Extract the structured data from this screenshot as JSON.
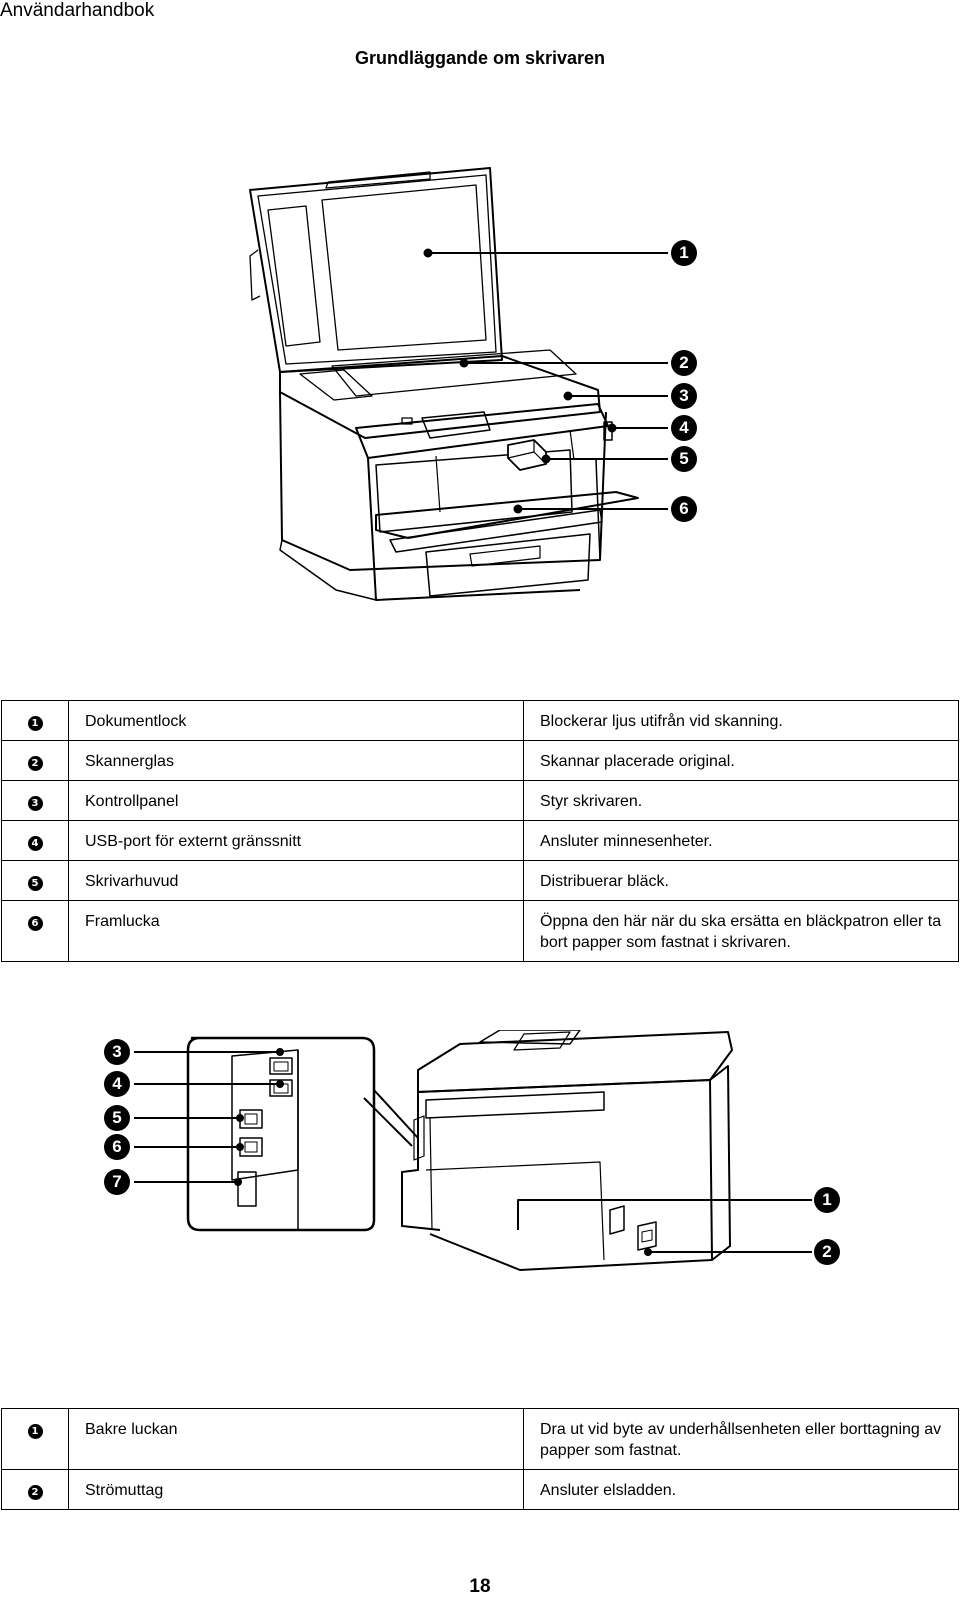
{
  "header": {
    "text": "Användarhandbok"
  },
  "section": {
    "title": "Grundläggande om skrivaren"
  },
  "front_figure": {
    "callouts": [
      "1",
      "2",
      "3",
      "4",
      "5",
      "6"
    ]
  },
  "front_table": [
    {
      "num": "1",
      "name": "Dokumentlock",
      "desc": "Blockerar ljus utifrån vid skanning."
    },
    {
      "num": "2",
      "name": "Skannerglas",
      "desc": "Skannar placerade original."
    },
    {
      "num": "3",
      "name": "Kontrollpanel",
      "desc": "Styr skrivaren."
    },
    {
      "num": "4",
      "name": "USB-port för externt gränssnitt",
      "desc": "Ansluter minnesenheter."
    },
    {
      "num": "5",
      "name": "Skrivarhuvud",
      "desc": "Distribuerar bläck."
    },
    {
      "num": "6",
      "name": "Framlucka",
      "desc": "Öppna den här när du ska ersätta en bläckpatron eller ta bort papper som fastnat i skrivaren."
    }
  ],
  "back_figure": {
    "callouts_left": [
      "3",
      "4",
      "5",
      "6",
      "7"
    ],
    "callouts_right": [
      "1",
      "2"
    ]
  },
  "back_table": [
    {
      "num": "1",
      "name": "Bakre luckan",
      "desc": "Dra ut vid byte av underhållsenheten eller borttagning av papper som fastnat."
    },
    {
      "num": "2",
      "name": "Strömuttag",
      "desc": "Ansluter elsladden."
    }
  ],
  "footer": {
    "page_number": "18"
  }
}
